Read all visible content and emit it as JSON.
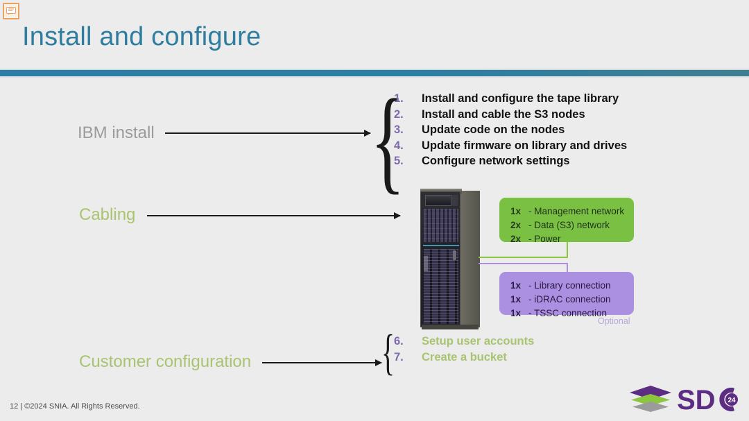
{
  "slide": {
    "title": "Install and configure",
    "note_icon": "comment-icon"
  },
  "stages": {
    "ibm_install": "IBM install",
    "cabling": "Cabling",
    "customer_configuration": "Customer configuration"
  },
  "ibm_steps": [
    {
      "num": "1.",
      "text": "Install and configure the tape library"
    },
    {
      "num": "2.",
      "text": "Install and cable the S3 nodes"
    },
    {
      "num": "3.",
      "text": "Update code on the nodes"
    },
    {
      "num": "4.",
      "text": "Update firmware on library and drives"
    },
    {
      "num": "5.",
      "text": "Configure network settings"
    }
  ],
  "customer_steps": [
    {
      "num": "6.",
      "text": "Setup user accounts"
    },
    {
      "num": "7.",
      "text": "Create a bucket"
    }
  ],
  "cabling_network": {
    "rows": [
      {
        "qty": "1x",
        "label": "- Management network"
      },
      {
        "qty": "2x",
        "label": "- Data (S3) network"
      },
      {
        "qty": "2x",
        "label": "- Power"
      }
    ]
  },
  "cabling_management": {
    "rows": [
      {
        "qty": "1x",
        "label": "- Library connection"
      },
      {
        "qty": "1x",
        "label": "- iDRAC connection"
      },
      {
        "qty": "1x",
        "label": "- TSSC connection"
      }
    ],
    "note": "Optional"
  },
  "footer": {
    "copyright": "12 | ©2024 SNIA. All Rights Reserved.",
    "logo_text": "SDC",
    "logo_badge": "24"
  },
  "colors": {
    "background": "#ececec",
    "title_blue": "#2f7d9e",
    "rule_blue": "#2d7ea6",
    "green_accent": "#a9c470",
    "green_box": "#7ac143",
    "purple_box": "#ab8fe0",
    "purple_number": "#7f6bab",
    "gray_label": "#9b9b9b",
    "optional_note": "#b9a9da",
    "logo_purple": "#5c2d82",
    "logo_green": "#8cc63f",
    "logo_gray": "#9b9b9b",
    "note_icon_orange": "#e8a265"
  }
}
